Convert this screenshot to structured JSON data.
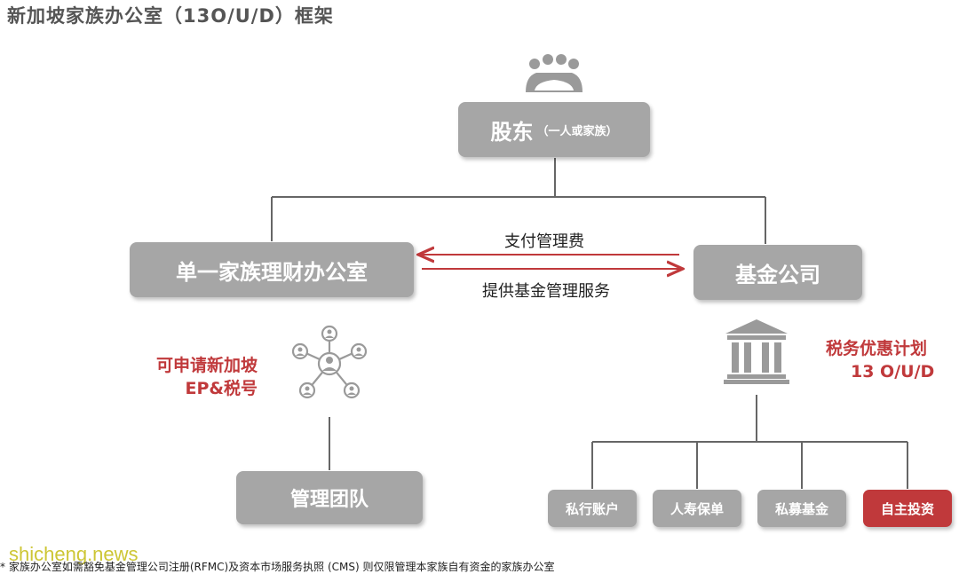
{
  "title": "新加坡家族办公室（13O/U/D）框架",
  "shareholder": {
    "label": "股东",
    "sub": "（一人或家族）"
  },
  "single_family_office": {
    "label": "单一家族理财办公室"
  },
  "fund_company": {
    "label": "基金公司"
  },
  "arrow_top_label": "支付管理费",
  "arrow_bottom_label": "提供基金管理服务",
  "sfo_note": {
    "line1": "可申请新加坡",
    "line2": "EP&税号"
  },
  "management_team": {
    "label": "管理团队"
  },
  "tax_note": {
    "line1": "税务优惠计划",
    "line2": "13 O/U/D"
  },
  "fund_children": [
    {
      "label": "私行账户"
    },
    {
      "label": "人寿保单"
    },
    {
      "label": "私募基金"
    },
    {
      "label": "自主投资"
    }
  ],
  "footnote": "* 家族办公室如需豁免基金管理公司注册(RFMC)及资本市场服务执照 (CMS) 则仅限管理本家族自有资金的家族办公室",
  "watermark": "shicheng.news",
  "colors": {
    "box_grey": "#a6a6a6",
    "accent_red": "#c0393b",
    "line_grey": "#666666",
    "icon_grey": "#9a9a9a"
  },
  "icons": [
    "people-group-icon",
    "network-icon",
    "bank-building-icon"
  ]
}
